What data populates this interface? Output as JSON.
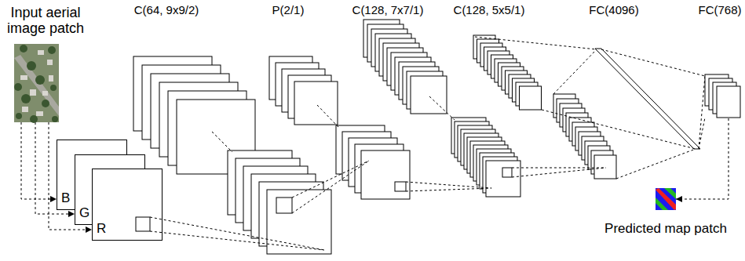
{
  "diagram": {
    "nodes": [
      {
        "text": [
          "Input aerial image patch"
        ]
      },
      {
        "text": [
          "B"
        ]
      },
      {
        "text": [
          "G"
        ]
      },
      {
        "text": [
          "R"
        ]
      },
      {
        "text": [
          "FC(768)"
        ]
      },
      {
        "text": [
          "Predicted map patch"
        ]
      }
    ],
    "edges": [
      {
        "from": 0,
        "to": 1,
        "arrow": "to"
      },
      {
        "from": 0,
        "to": 2,
        "arrow": "to"
      },
      {
        "from": 0,
        "to": 3,
        "arrow": "to"
      },
      {
        "from": 4,
        "to": 5,
        "arrow": "to"
      }
    ],
    "labels": [
      "C(64, 9x9/2)",
      "P(2/1)",
      "C(128, 7x7/1)",
      "C(128, 5x5/1)",
      "FC(4096)"
    ]
  }
}
